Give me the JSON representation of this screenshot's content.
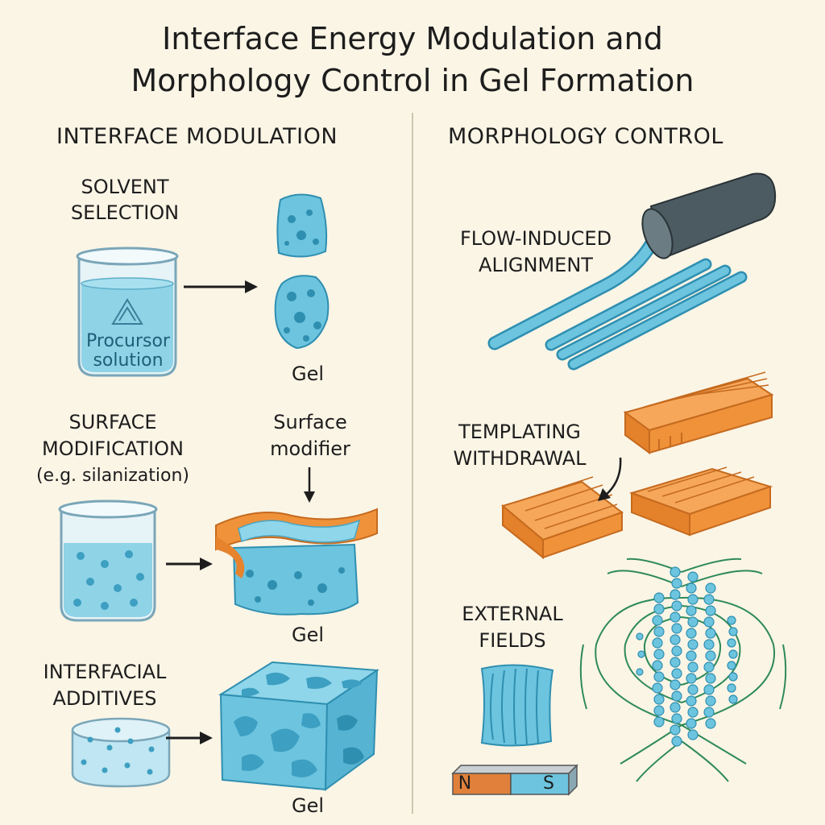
{
  "title_line1": "Interface Energy Modulation and",
  "title_line2": "Morphology Control in Gel Formation",
  "left": {
    "heading": "INTERFACE MODULATION",
    "solvent": {
      "line1": "SOLVENT",
      "line2": "SELECTION",
      "beaker_line1": "Procursor",
      "beaker_line2": "solution",
      "result": "Gel"
    },
    "surface": {
      "line1": "SURFACE",
      "line2": "MODIFICATION",
      "line3": "(e.g. silanization)",
      "modifier_line1": "Surface",
      "modifier_line2": "modifier",
      "result": "Gel"
    },
    "additives": {
      "line1": "INTERFACIAL",
      "line2": "ADDITIVES",
      "result": "Gel"
    }
  },
  "right": {
    "heading": "MORPHOLOGY CONTROL",
    "flow": {
      "line1": "FLOW-INDUCED",
      "line2": "ALIGNMENT"
    },
    "templating": {
      "line1": "TEMPLATING",
      "line2": "WITHDRAWAL"
    },
    "fields": {
      "line1": "EXTERNAL",
      "line2": "FIELDS",
      "magnet_n": "N",
      "magnet_s": "S"
    }
  },
  "colors": {
    "gel": "#6cc4df",
    "gel_dark": "#2f8fb0",
    "template": "#f0923a",
    "field_line": "#2e8a5a",
    "background": "#fbf5e6"
  }
}
